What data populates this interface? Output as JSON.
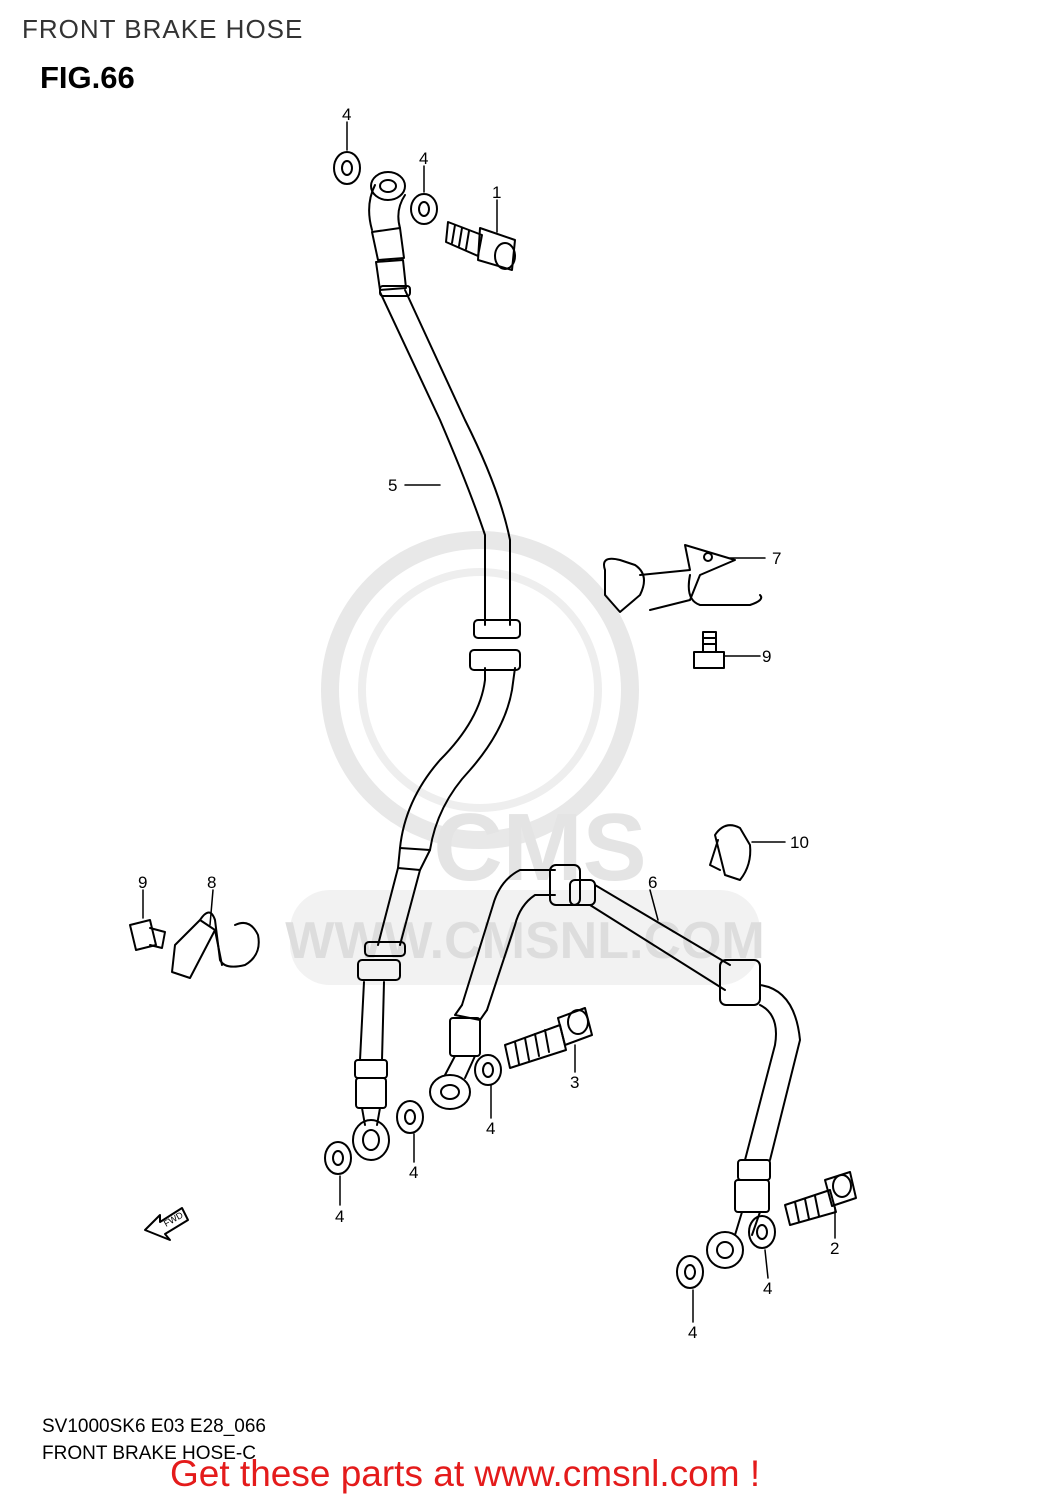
{
  "header": {
    "title": "FRONT BRAKE HOSE"
  },
  "figure": {
    "number": "FIG.66"
  },
  "watermark": {
    "brand": "CMS",
    "site": "WWW.CMSNL.COM"
  },
  "callouts": {
    "c1": "1",
    "c2": "2",
    "c3": "3",
    "c4a": "4",
    "c4b": "4",
    "c4c": "4",
    "c4d": "4",
    "c4e": "4",
    "c4f": "4",
    "c4g": "4",
    "c5": "5",
    "c6": "6",
    "c7": "7",
    "c8": "8",
    "c9a": "9",
    "c9b": "9",
    "c10": "10"
  },
  "fwd_arrow": {
    "label": "FWD"
  },
  "footer": {
    "code": "SV1000SK6 E03 E28_066",
    "title": "FRONT BRAKE HOSE-C",
    "promo": "Get these parts at www.cmsnl.com !"
  },
  "colors": {
    "promo": "#e41b1b",
    "line": "#000000",
    "watermark": "#e6e6e6"
  }
}
